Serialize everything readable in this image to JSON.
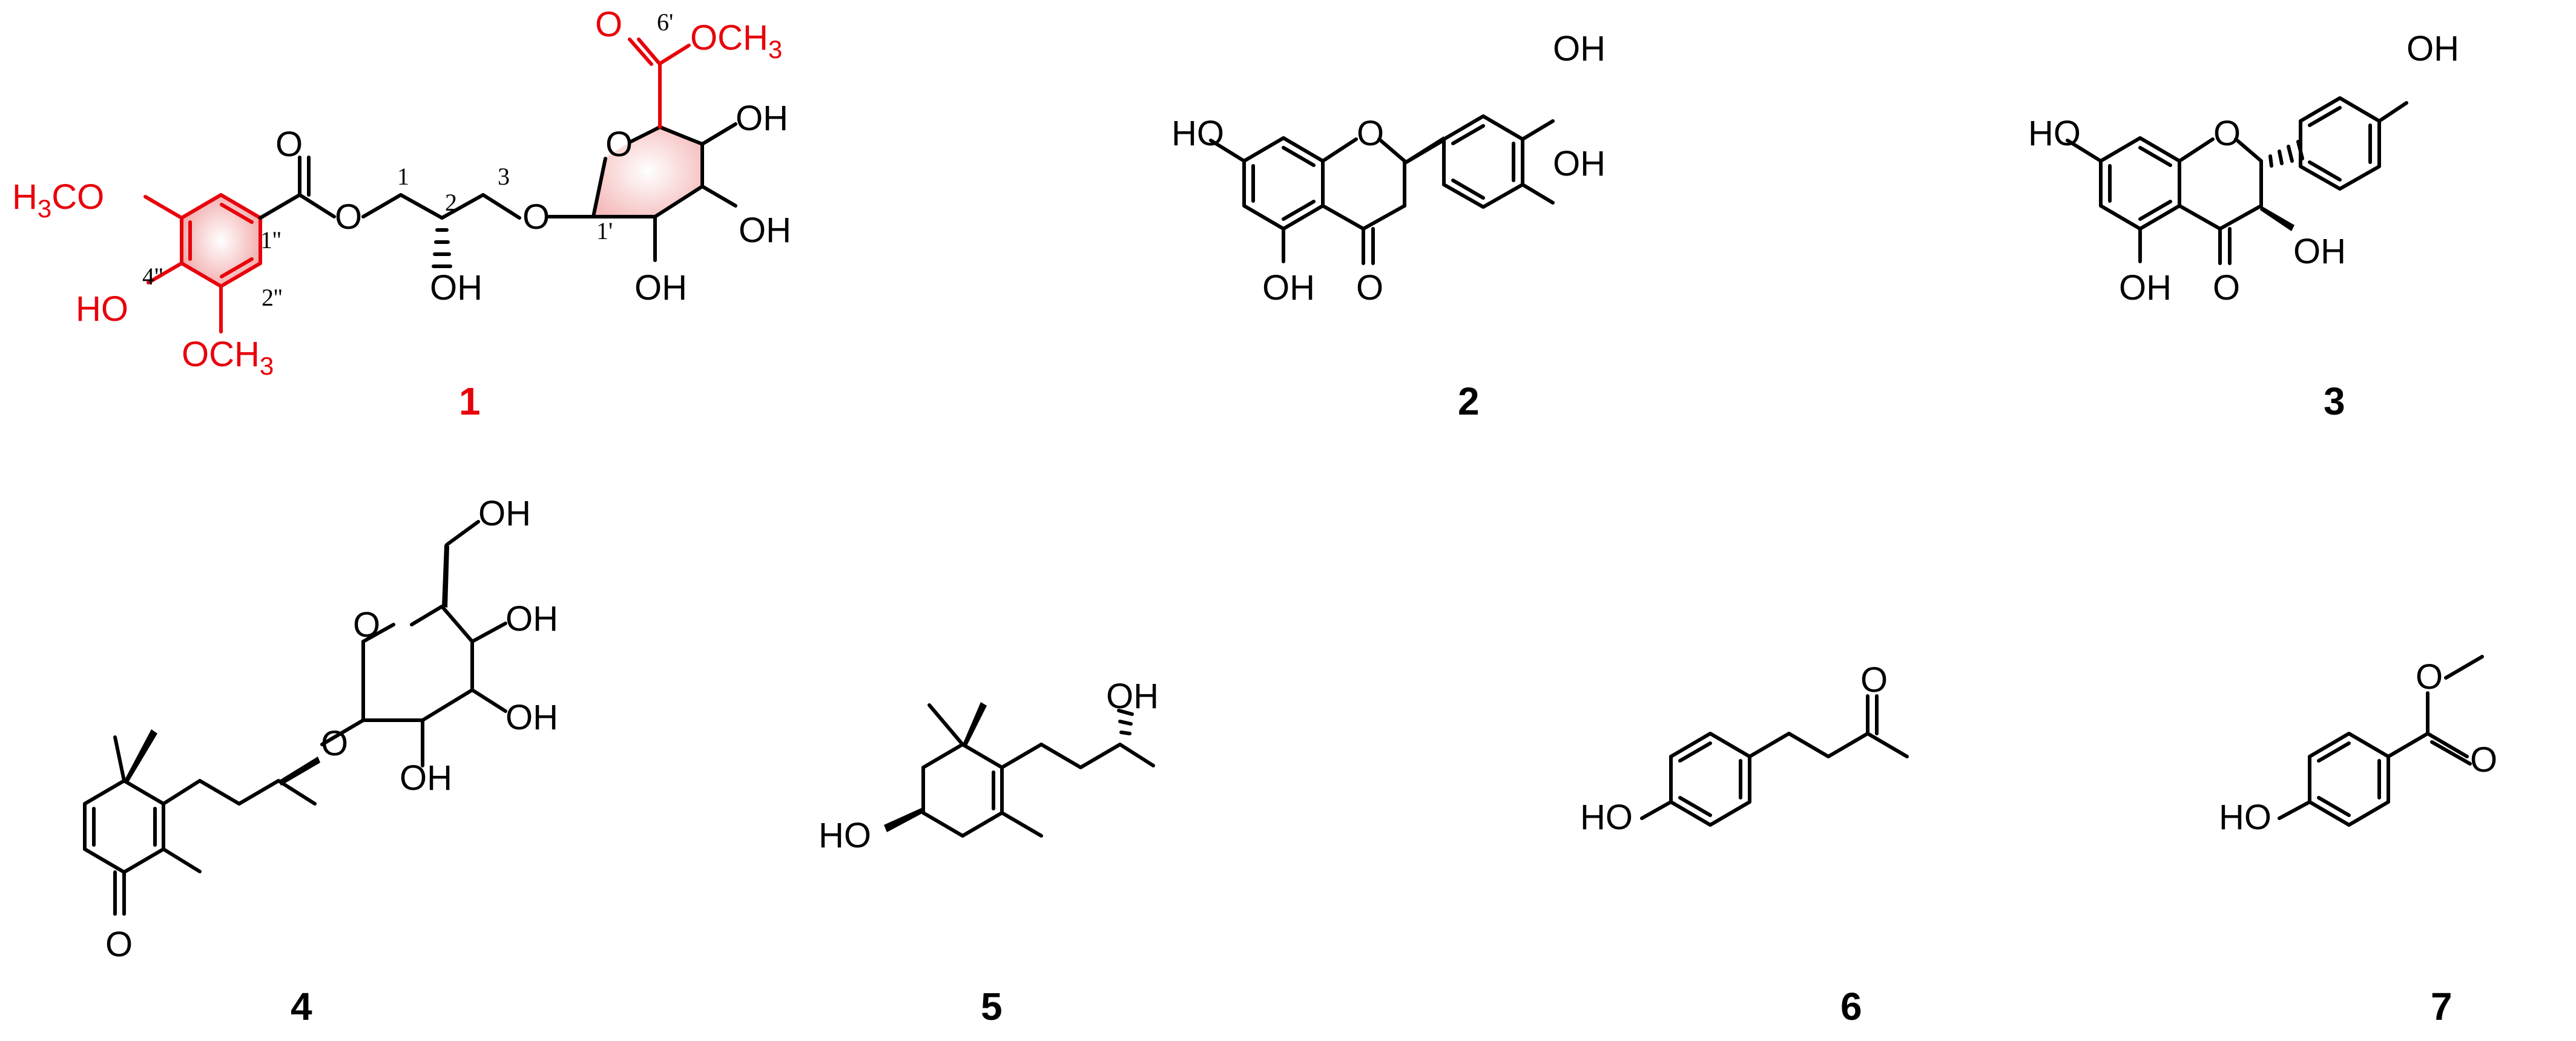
{
  "compounds": {
    "c1": {
      "id": "1",
      "id_color": "#e8000b",
      "carbonyl_o": "O",
      "ester_o": "O",
      "glycosidic_o": "O",
      "ring_o": "O",
      "c6_carbonyl_o": "O",
      "methyl_ester": "OCH",
      "methyl_ester_sub": "3",
      "h3co": "H",
      "h3co_sub": "3",
      "h3co_tail": "CO",
      "ho": "HO",
      "och3": "OCH",
      "och3_sub": "3",
      "oh_c2": "OH",
      "oh_sugar_a": "OH",
      "oh_sugar_b": "OH",
      "oh_sugar_c": "OH",
      "loc_1": "1",
      "loc_2": "2",
      "loc_3": "3",
      "loc_1p": "1'",
      "loc_6p": "6'",
      "loc_1pp": "1''",
      "loc_2pp": "2''",
      "loc_4pp": "4''"
    },
    "c2": {
      "id": "2",
      "ho": "HO",
      "ring_o": "O",
      "oh_a": "OH",
      "oh_b": "OH",
      "oh_c": "OH",
      "keto_o": "O"
    },
    "c3": {
      "id": "3",
      "ho": "HO",
      "ring_o": "O",
      "oh_a": "OH",
      "oh_b": "OH",
      "oh_c": "OH",
      "keto_o": "O"
    },
    "c4": {
      "id": "4",
      "oh_a": "OH",
      "oh_b": "OH",
      "oh_c": "OH",
      "oh_d": "OH",
      "ring_o": "O",
      "glyco_o": "O",
      "keto_o": "O"
    },
    "c5": {
      "id": "5",
      "ho": "HO",
      "oh": "OH"
    },
    "c6": {
      "id": "6",
      "ho": "HO",
      "keto_o": "O"
    },
    "c7": {
      "id": "7",
      "ho": "HO",
      "ester_o": "O",
      "carbonyl_o": "O"
    }
  },
  "colors": {
    "highlight": "#e8000b",
    "highlight_fill": "#f7c3c3",
    "ink": "#000000"
  }
}
